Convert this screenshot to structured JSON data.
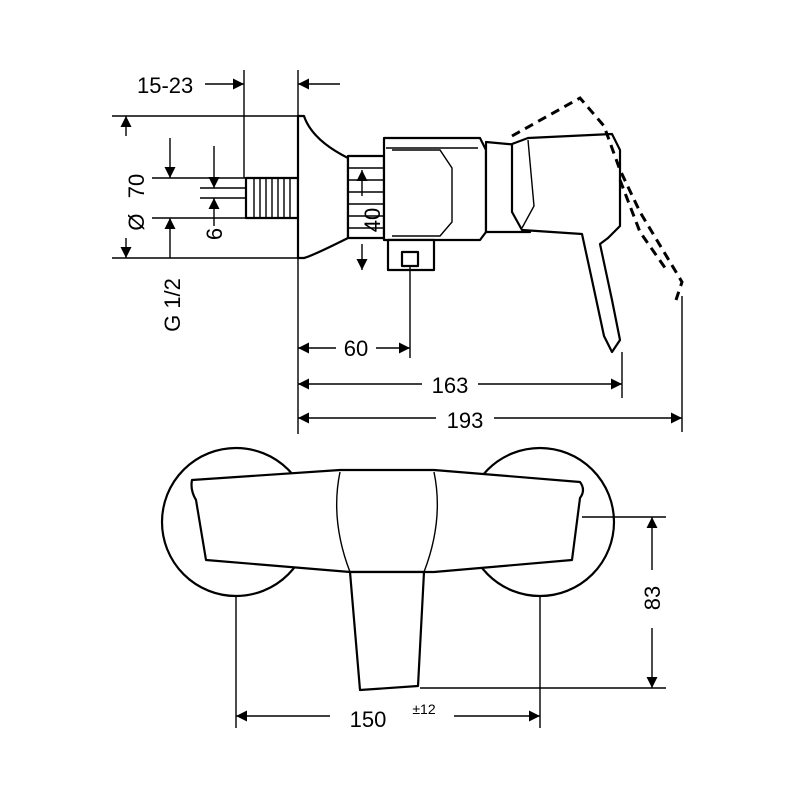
{
  "dimensions": {
    "wall_offset": "15-23",
    "flange_diameter": "70",
    "diameter_symbol": "Ø",
    "thread_size": "G 1/2",
    "small_height": "6",
    "outlet_height": "40",
    "outlet_offset": "60",
    "body_length": "163",
    "overall_length": "193",
    "center_distance": "150",
    "center_tolerance": "±12",
    "front_height": "83"
  }
}
